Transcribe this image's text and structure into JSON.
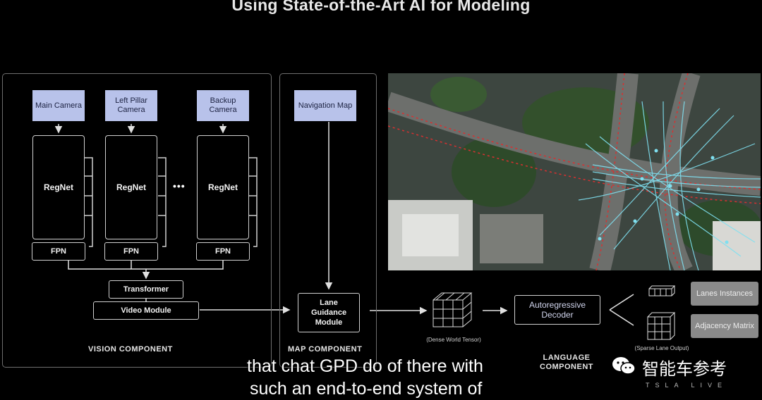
{
  "title": "Using State-of-the-Art AI for Modeling",
  "vision": {
    "cameras": [
      "Main Camera",
      "Left Pillar Camera",
      "Backup Camera"
    ],
    "backbone": "RegNet",
    "ellipsis": "•••",
    "fpn": "FPN",
    "transformer": "Transformer",
    "video_module": "Video Module",
    "label": "VISION COMPONENT"
  },
  "map": {
    "nav_map": "Navigation Map",
    "lane_guidance": "Lane Guidance Module",
    "label": "MAP COMPONENT"
  },
  "language": {
    "dense_tensor": "(Dense World Tensor)",
    "decoder": "Autoregressive Decoder",
    "sparse_tensor": "(Sparse Lane Output)",
    "lanes_instances": "Lanes Instances",
    "adjacency_matrix": "Adjacency Matrix",
    "label": "LANGUAGE COMPONENT"
  },
  "subtitle": {
    "line1": "that chat GPD do of there with",
    "line2": "such an end-to-end system of"
  },
  "watermark": {
    "text": "智能车参考",
    "tesla": "TSLA LIVE"
  },
  "colors": {
    "camera_box": "#b8c2ea",
    "output_box": "#8a8a8a",
    "lane_overlay": "#7fe0f0",
    "trajectory": "#d93030"
  }
}
